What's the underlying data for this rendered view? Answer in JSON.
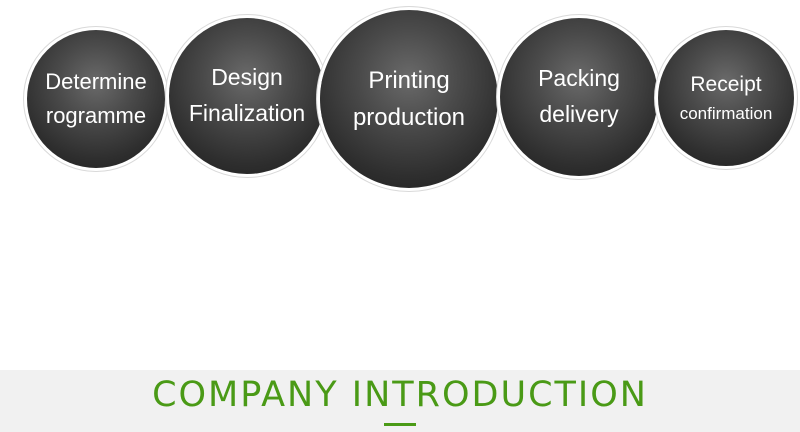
{
  "steps": [
    {
      "line1": "Determine",
      "line2": "rogramme"
    },
    {
      "line1": "Design",
      "line2": "Finalization"
    },
    {
      "line1": "Printing",
      "line2": "production"
    },
    {
      "line1": "Packing",
      "line2": "delivery"
    },
    {
      "line1": "Receipt",
      "line2": "confirmation"
    }
  ],
  "section": {
    "title": "COMPANY INTRODUCTION",
    "accent_color": "#4a9a16"
  }
}
